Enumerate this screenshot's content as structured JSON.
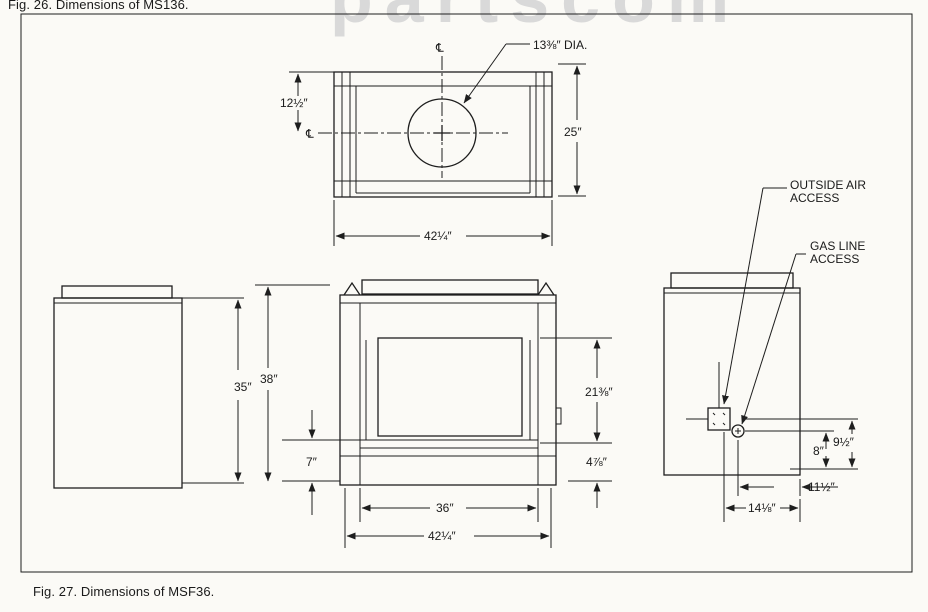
{
  "captions": {
    "fig26": "Fig. 26.  Dimensions of MS136.",
    "fig27": "Fig. 27.  Dimensions of MSF36."
  },
  "top_view": {
    "dia_label": "13⅜″ DIA.",
    "height_label": "25″",
    "half_height_label": "12½″",
    "width_label": "42¼″",
    "centerline_symbol": "℄"
  },
  "side_view": {
    "dim_35": "35″",
    "dim_38": "38″"
  },
  "front_view": {
    "dim_7": "7″",
    "dim_21": "21⅜″",
    "dim_4": "4⅞″",
    "dim_36": "36″",
    "dim_42": "42¼″"
  },
  "right_view": {
    "outside_air_line1": "OUTSIDE AIR",
    "outside_air_line2": "ACCESS",
    "gas_line_line1": "GAS LINE",
    "gas_line_line2": "ACCESS",
    "dim_8": "8″",
    "dim_9": "9½″",
    "dim_11": "11½″",
    "dim_14": "14⅛″"
  },
  "watermark": "partscom"
}
